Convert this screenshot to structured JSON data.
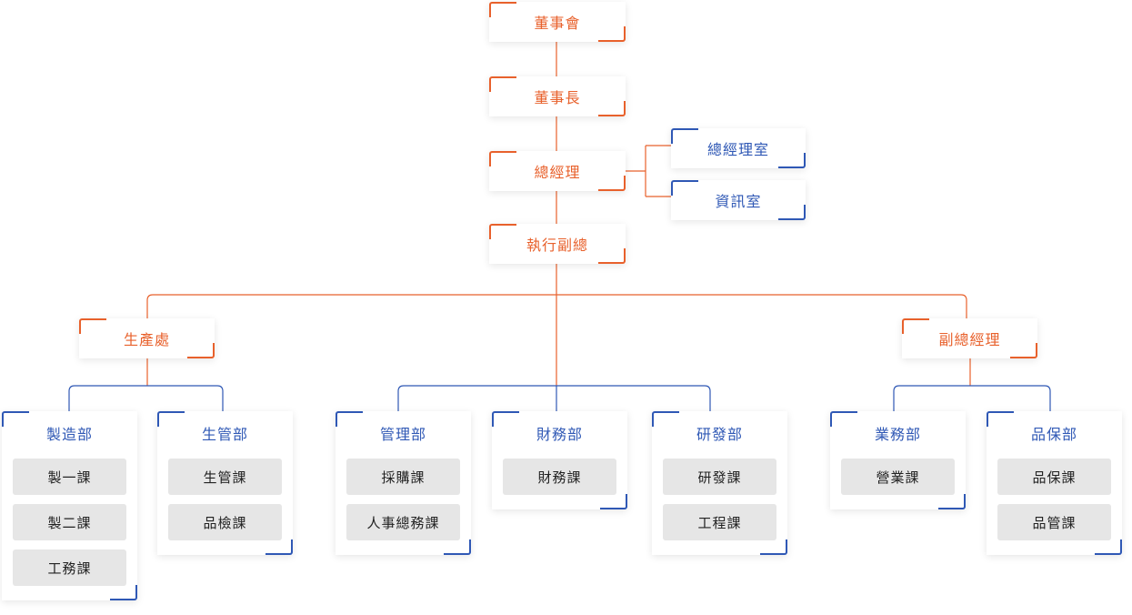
{
  "colors": {
    "exec_accent": "#e8612c",
    "dept_accent": "#2f58b5",
    "section_fill": "#e6e6e6"
  },
  "executive": {
    "board": "董事會",
    "chairman": "董事長",
    "gm": "總經理",
    "gm_office": "總經理室",
    "it_office": "資訊室",
    "evp": "執行副總",
    "production": "生產處",
    "deputy_gm": "副總經理"
  },
  "departments": {
    "manufacturing": {
      "title": "製造部",
      "sections": [
        "製一課",
        "製二課",
        "工務課"
      ]
    },
    "production_control": {
      "title": "生管部",
      "sections": [
        "生管課",
        "品檢課"
      ]
    },
    "management": {
      "title": "管理部",
      "sections": [
        "採購課",
        "人事總務課"
      ]
    },
    "finance": {
      "title": "財務部",
      "sections": [
        "財務課"
      ]
    },
    "rnd": {
      "title": "研發部",
      "sections": [
        "研發課",
        "工程課"
      ]
    },
    "sales": {
      "title": "業務部",
      "sections": [
        "營業課"
      ]
    },
    "quality": {
      "title": "品保部",
      "sections": [
        "品保課",
        "品管課"
      ]
    }
  }
}
